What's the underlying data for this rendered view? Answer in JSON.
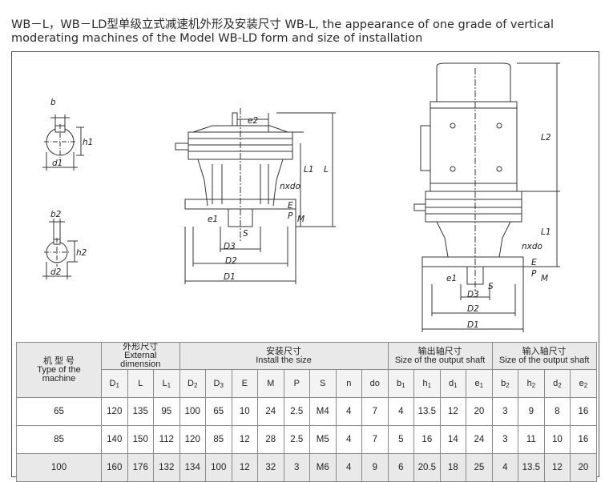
{
  "title": {
    "line1": "WB－L，WB－LD型单级立式减速机外形及安装尺寸        WB-L, the appearance of one grade of vertical",
    "line2": "moderating machines of the Model WB-LD form and size of installation"
  },
  "drawing_labels": {
    "b": "b",
    "h1": "h1",
    "d1": "d1",
    "b2": "b2",
    "h2": "h2",
    "d2": "d2",
    "e2": "e2",
    "L1": "L1",
    "L": "L",
    "L2": "L2",
    "nxdo": "nxdo",
    "E": "E",
    "P": "P",
    "M": "M",
    "e1": "e1",
    "S": "S",
    "D3": "D3",
    "D2": "D2",
    "D1": "D1"
  },
  "table": {
    "header_model": "机 型 号\nType of the\nmachine",
    "groups": [
      {
        "label": "外形尺寸\nExternal\ndimension"
      },
      {
        "label": "安装尺寸\nInstall the size"
      },
      {
        "label": "输出轴尺寸\nSize of the output shaft"
      },
      {
        "label": "输入轴尺寸\nSize of the output shaft"
      }
    ],
    "columns": [
      {
        "base": "D",
        "sub": "1"
      },
      {
        "base": "L",
        "sub": ""
      },
      {
        "base": "L",
        "sub": "1"
      },
      {
        "base": "D",
        "sub": "2"
      },
      {
        "base": "D",
        "sub": "3"
      },
      {
        "base": "E",
        "sub": ""
      },
      {
        "base": "M",
        "sub": ""
      },
      {
        "base": "P",
        "sub": ""
      },
      {
        "base": "S",
        "sub": ""
      },
      {
        "base": "n",
        "sub": ""
      },
      {
        "base": "do",
        "sub": ""
      },
      {
        "base": "b",
        "sub": "1"
      },
      {
        "base": "h",
        "sub": "1"
      },
      {
        "base": "d",
        "sub": "1"
      },
      {
        "base": "e",
        "sub": "1"
      },
      {
        "base": "b",
        "sub": "2"
      },
      {
        "base": "h",
        "sub": "2"
      },
      {
        "base": "d",
        "sub": "2"
      },
      {
        "base": "e",
        "sub": "2"
      }
    ],
    "rows": [
      {
        "model": "65",
        "values": [
          "120",
          "135",
          "95",
          "100",
          "65",
          "10",
          "24",
          "2.5",
          "M4",
          "4",
          "7",
          "4",
          "13.5",
          "12",
          "20",
          "3",
          "9",
          "8",
          "16"
        ]
      },
      {
        "model": "85",
        "values": [
          "140",
          "150",
          "112",
          "120",
          "85",
          "12",
          "28",
          "2.5",
          "M5",
          "4",
          "7",
          "5",
          "16",
          "14",
          "24",
          "3",
          "11",
          "10",
          "16"
        ]
      },
      {
        "model": "100",
        "values": [
          "160",
          "176",
          "132",
          "134",
          "100",
          "12",
          "32",
          "3",
          "M6",
          "4",
          "9",
          "6",
          "20.5",
          "18",
          "25",
          "4",
          "13.5",
          "12",
          "20"
        ]
      }
    ]
  },
  "colors": {
    "header_bg": "#e9e9e9",
    "border": "#8a8a8a",
    "line": "#333333"
  }
}
